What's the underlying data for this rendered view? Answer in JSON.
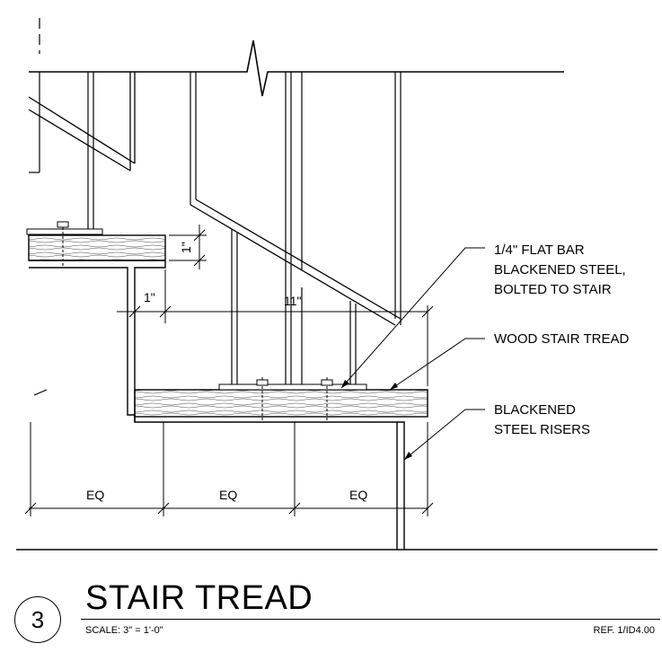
{
  "notes": {
    "flat_bar_line1": "1/4\" FLAT BAR",
    "flat_bar_line2": "BLACKENED STEEL,",
    "flat_bar_line3": "BOLTED TO STAIR",
    "wood_tread": "WOOD STAIR TREAD",
    "risers_line1": "BLACKENED",
    "risers_line2": "STEEL RISERS"
  },
  "dimensions": {
    "vertical_1in": "1\"",
    "horizontal_1in": "1\"",
    "eleven_in": "11\"",
    "eq1": "EQ",
    "eq2": "EQ",
    "eq3": "EQ"
  },
  "title_block": {
    "detail_number": "3",
    "title": "STAIR TREAD",
    "scale": "SCALE:  3\" = 1'-0\"",
    "reference": "REF. 1/ID4.00"
  }
}
